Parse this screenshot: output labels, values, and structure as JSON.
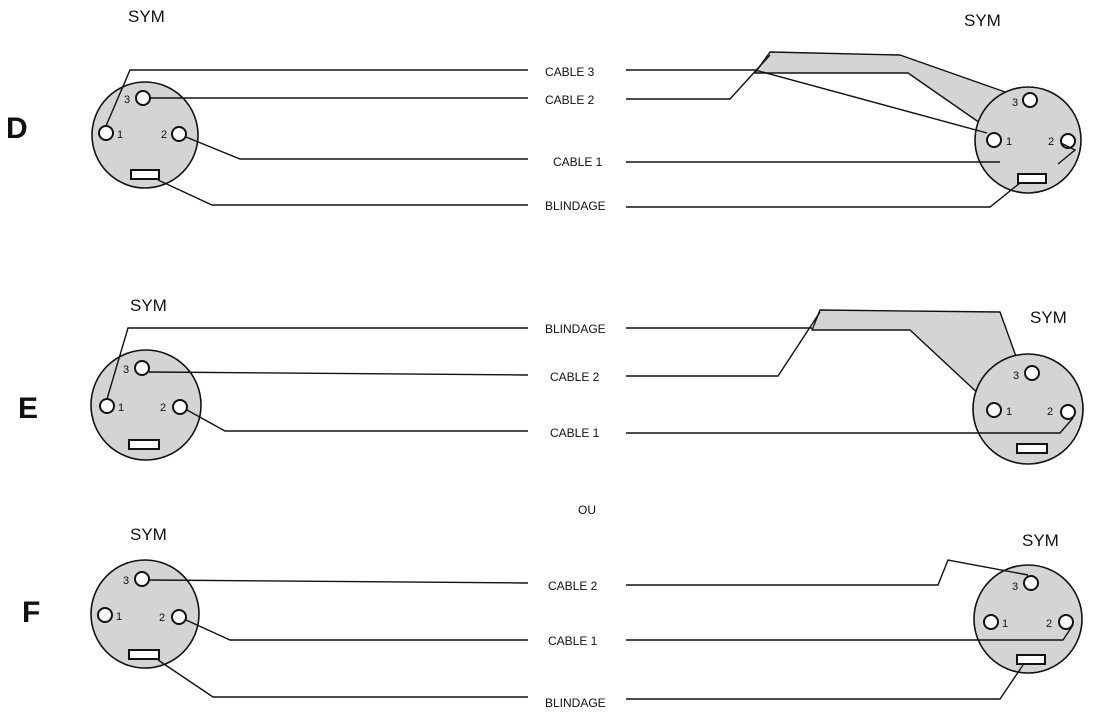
{
  "rows": [
    {
      "id": "D",
      "letter": "D",
      "left_label": "SYM",
      "right_label": "SYM",
      "cables": [
        "CABLE 3",
        "CABLE 2",
        "CABLE 1",
        "BLINDAGE"
      ]
    },
    {
      "id": "E",
      "letter": "E",
      "left_label": "SYM",
      "right_label": "SYM",
      "cables": [
        "BLINDAGE",
        "CABLE 2",
        "CABLE 1"
      ]
    },
    {
      "id": "F",
      "letter": "F",
      "left_label": "SYM",
      "right_label": "SYM",
      "cables": [
        "CABLE 2",
        "CABLE 1",
        "BLINDAGE"
      ]
    }
  ],
  "separator": "OU",
  "pins": [
    "1",
    "2",
    "3"
  ]
}
